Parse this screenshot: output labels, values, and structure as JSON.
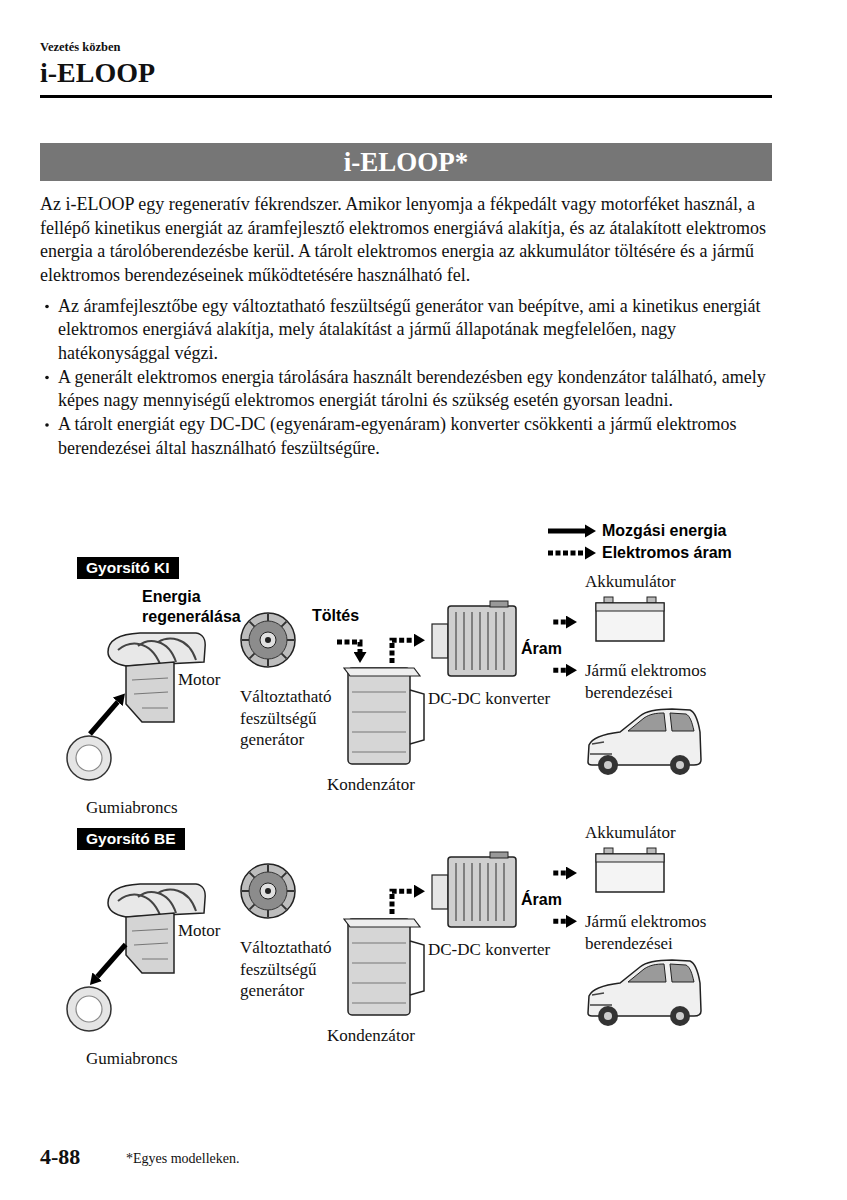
{
  "diagram": {
    "title": "i-ELOOP*",
    "nodes": [
      {
        "text": [
          "Gyorsító KI"
        ]
      },
      {
        "text": [
          "Motor"
        ]
      },
      {
        "text": [
          "Változtatható feszültségű generátor"
        ]
      },
      {
        "text": [
          "Kondenzátor"
        ]
      },
      {
        "text": [
          "DC-DC konverter"
        ]
      },
      {
        "text": [
          "Akkumulátor"
        ]
      },
      {
        "text": [
          "Jármű elektromos berendezései"
        ]
      },
      {
        "text": [
          "Gumiabroncs"
        ]
      },
      {
        "text": [
          "Gyorsító BE"
        ]
      },
      {
        "text": [
          "Motor"
        ]
      },
      {
        "text": [
          "Változtatható feszültségű generátor"
        ]
      },
      {
        "text": [
          "Kondenzátor"
        ]
      },
      {
        "text": [
          "DC-DC konverter"
        ]
      },
      {
        "text": [
          "Akkumulátor"
        ]
      },
      {
        "text": [
          "Jármű elektromos berendezései"
        ]
      },
      {
        "text": [
          "Gumiabroncs"
        ]
      }
    ],
    "edges": [
      {
        "from": 7,
        "to": 1,
        "arrow": "to"
      },
      {
        "from": 2,
        "to": 3,
        "label": "Töltés",
        "arrow": "to"
      },
      {
        "from": 3,
        "to": 4,
        "arrow": "to"
      },
      {
        "from": 4,
        "to": 5,
        "arrow": "to"
      },
      {
        "from": 4,
        "to": 6,
        "arrow": "to"
      },
      {
        "from": 9,
        "to": 15,
        "arrow": "to"
      },
      {
        "from": 11,
        "to": 12,
        "arrow": "to"
      },
      {
        "from": 12,
        "to": 13,
        "arrow": "to"
      },
      {
        "from": 12,
        "to": 14,
        "arrow": "to"
      }
    ],
    "labels": [
      "Vezetés közben",
      "i-ELOOP",
      "Az i-ELOOP egy regeneratív fékrendszer. Amikor lenyomja a fékpedált vagy motorféket használ, a fellépő kinetikus energiát az áramfejlesztő elektromos energiává alakítja, és az átalakított elektromos energia a tárolóberendezésbe kerül. A tárolt elektromos energia az akkumulátor töltésére és a jármű elektromos berendezéseinek működtetésére használható fel.",
      "Az áramfejlesztőbe egy változtatható feszültségű generátor van beépítve, ami a kinetikus energiát elektromos energiává alakítja, mely átalakítást a jármű állapotának megfelelően, nagy hatékonysággal végzi.",
      "A generált elektromos energia tárolására használt berendezésben egy kondenzátor található, amely képes nagy mennyiségű elektromos energiát tárolni és szükség esetén gyorsan leadni.",
      "A tárolt energiát egy DC-DC (egyenáram-egyenáram) konverter csökkenti a jármű elektromos berendezései által használható feszültségűre.",
      "Energia regenerálása",
      "Áram",
      "Áram",
      "4-88",
      "*Egyes modelleken."
    ],
    "legend": [
      {
        "text": "Mozgási energia"
      },
      {
        "text": "Elektromos áram"
      }
    ]
  }
}
